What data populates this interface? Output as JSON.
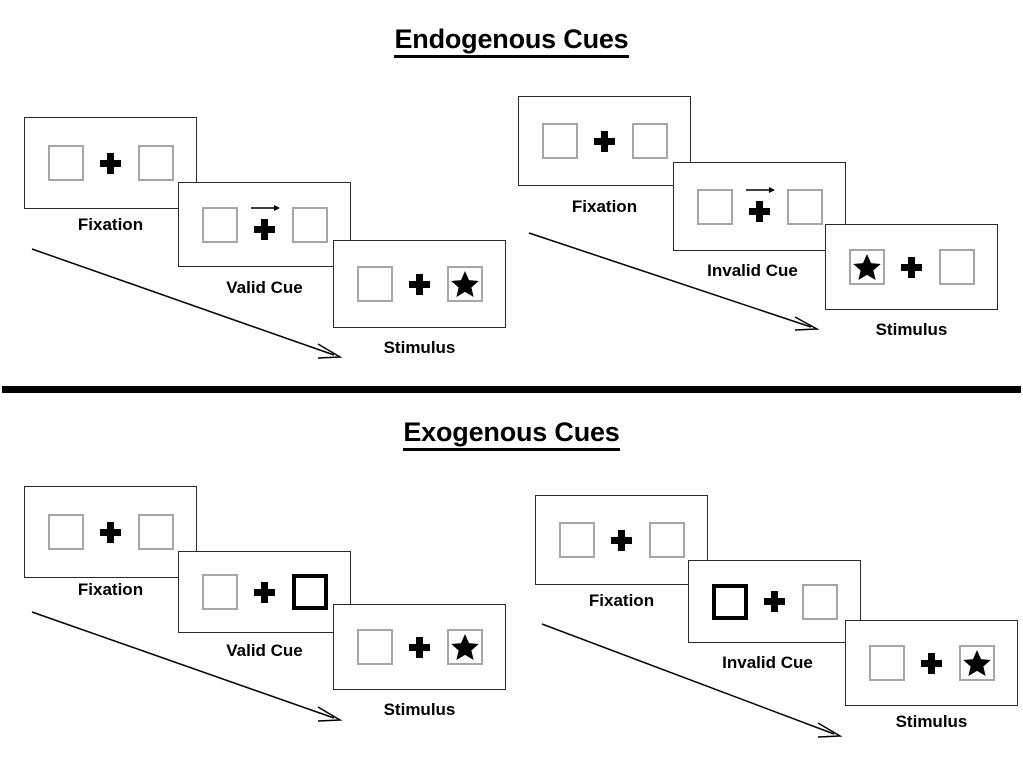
{
  "sections": [
    {
      "title": "Endogenous Cues",
      "sequences": [
        {
          "name": "endogenous-valid",
          "steps": [
            {
              "label": "Fixation",
              "cue": "none",
              "left": "empty",
              "right": "empty"
            },
            {
              "label": "Valid Cue",
              "cue": "arrow-right",
              "left": "empty",
              "right": "empty"
            },
            {
              "label": "Stimulus",
              "cue": "none",
              "left": "empty",
              "right": "star"
            }
          ]
        },
        {
          "name": "endogenous-invalid",
          "steps": [
            {
              "label": "Fixation",
              "cue": "none",
              "left": "empty",
              "right": "empty"
            },
            {
              "label": "Invalid Cue",
              "cue": "arrow-right",
              "left": "empty",
              "right": "empty"
            },
            {
              "label": "Stimulus",
              "cue": "none",
              "left": "star",
              "right": "empty"
            }
          ]
        }
      ]
    },
    {
      "title": "Exogenous Cues",
      "sequences": [
        {
          "name": "exogenous-valid",
          "steps": [
            {
              "label": "Fixation",
              "cue": "none",
              "left": "empty",
              "right": "empty"
            },
            {
              "label": "Valid Cue",
              "cue": "none",
              "left": "empty",
              "right": "highlight"
            },
            {
              "label": "Stimulus",
              "cue": "none",
              "left": "empty",
              "right": "star"
            }
          ]
        },
        {
          "name": "exogenous-invalid",
          "steps": [
            {
              "label": "Fixation",
              "cue": "none",
              "left": "empty",
              "right": "empty"
            },
            {
              "label": "Invalid Cue",
              "cue": "none",
              "left": "highlight",
              "right": "empty"
            },
            {
              "label": "Stimulus",
              "cue": "none",
              "left": "empty",
              "right": "star"
            }
          ]
        }
      ]
    }
  ],
  "icons": {
    "fixation_cross": "plus-icon",
    "arrow_cue": "arrow-right-icon",
    "target": "star-icon",
    "flow": "diagonal-arrow-icon"
  },
  "colors": {
    "ink": "#000000",
    "panel_border": "#2b2b2b",
    "box_border": "#a6a6a6",
    "cued_box_border": "#000000",
    "background": "#ffffff"
  }
}
